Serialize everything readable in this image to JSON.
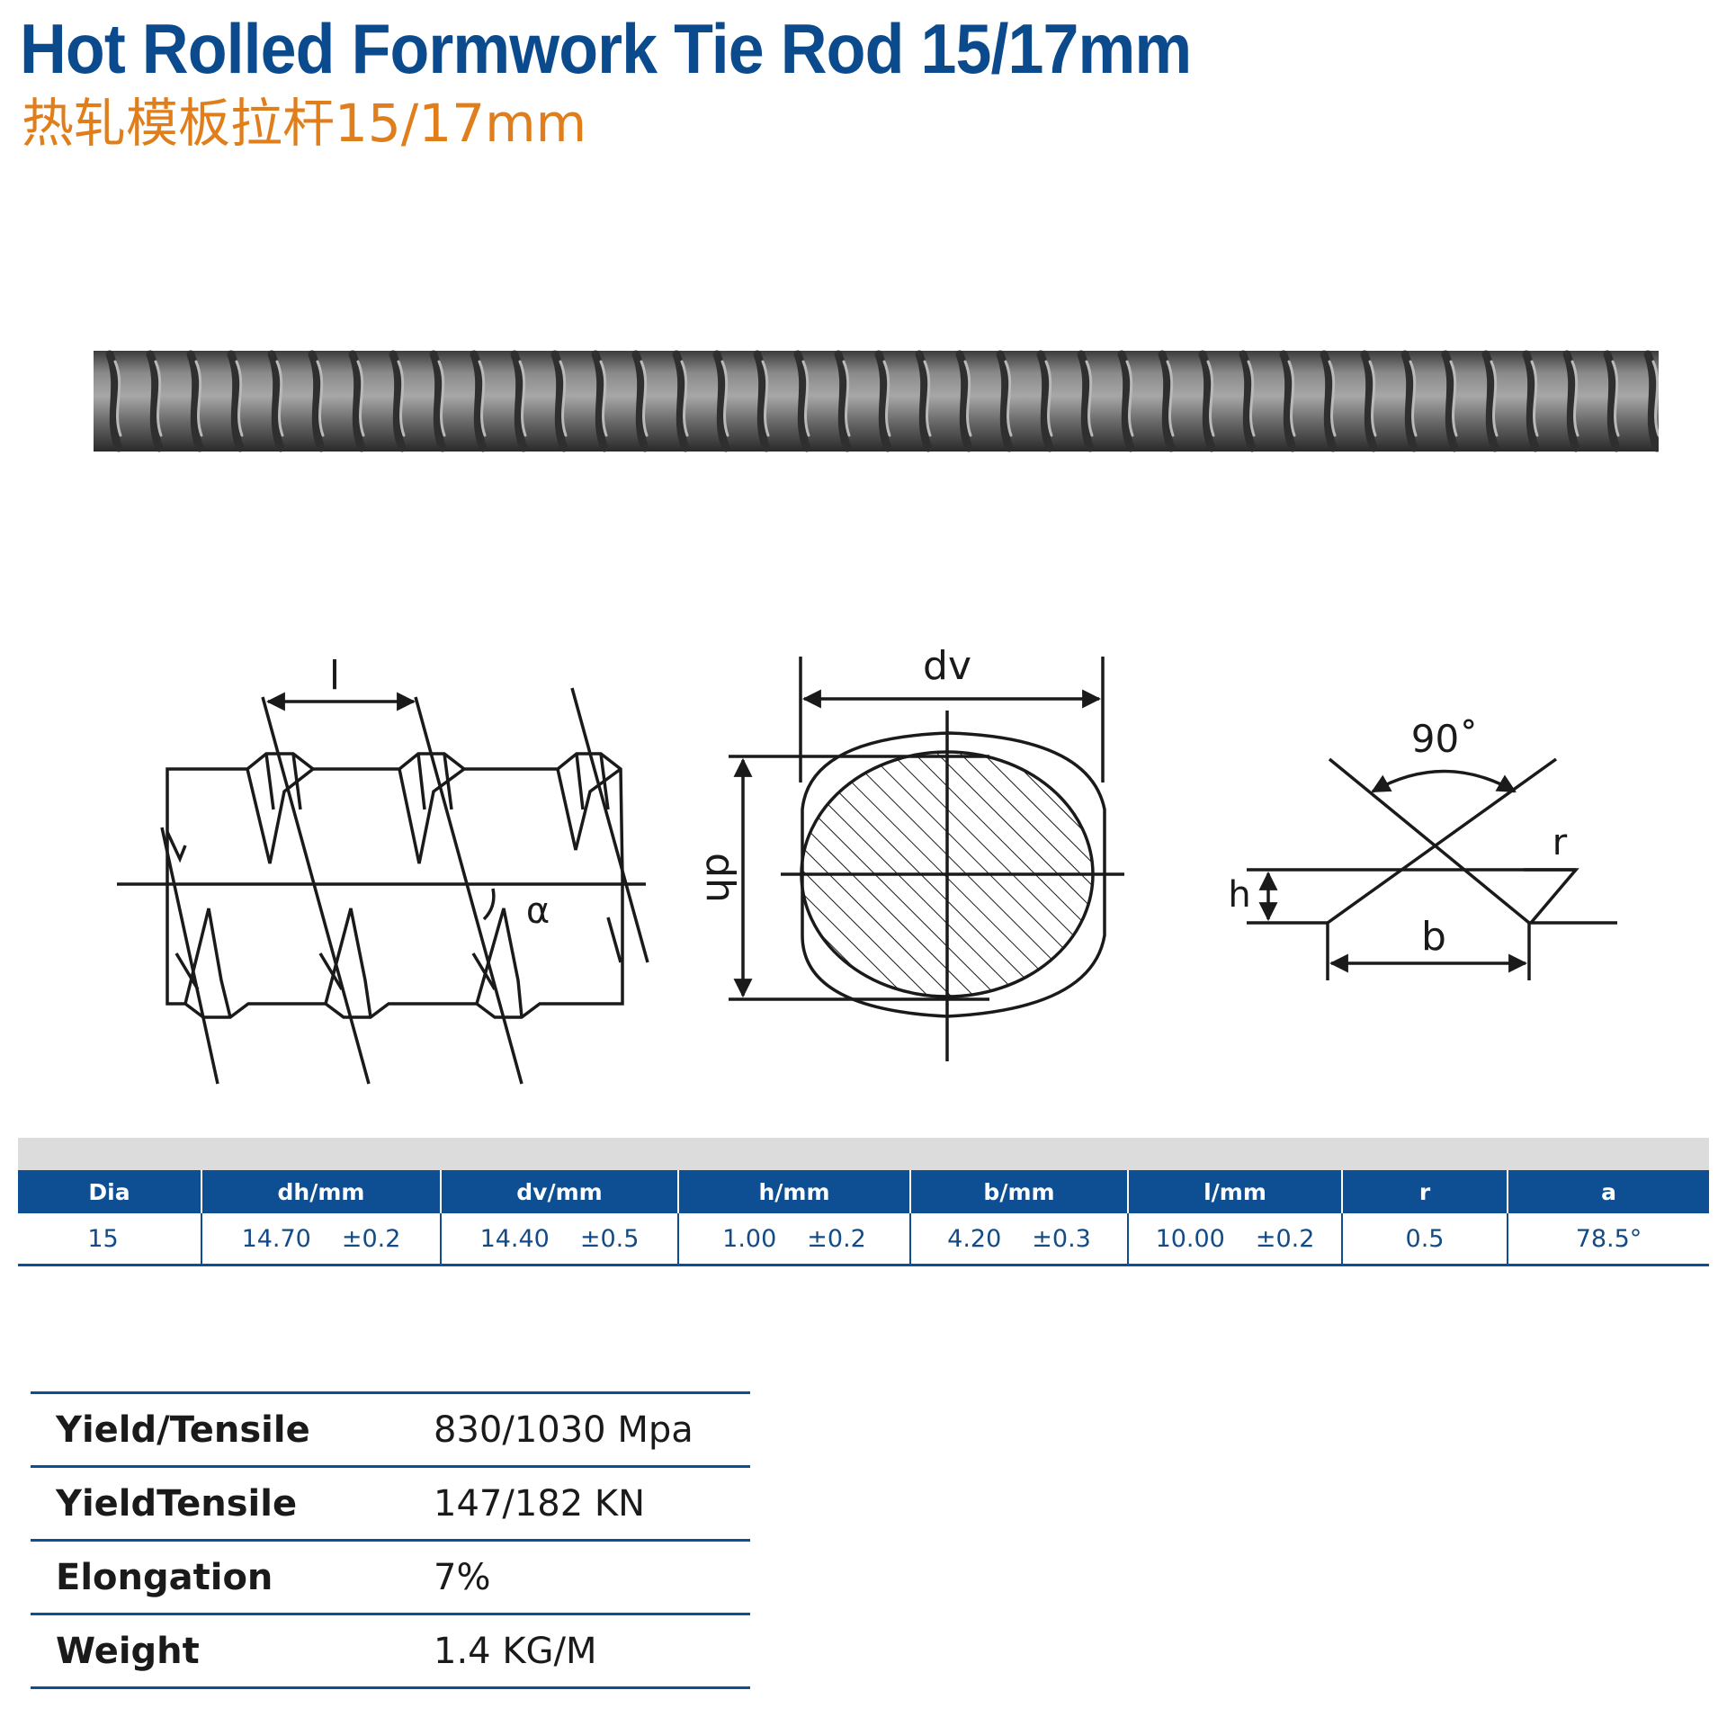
{
  "header": {
    "title_en": "Hot Rolled Formwork Tie Rod 15/17mm",
    "title_cn": "热轧模板拉杆15/17mm"
  },
  "colors": {
    "title_blue": "#0b4a8c",
    "title_orange": "#e07e1c",
    "table_blue": "#0e4f93"
  },
  "diagrams": {
    "rib_labels": {
      "pitch": "l",
      "angle": "α"
    },
    "section_labels": {
      "dv": "dv",
      "dh": "dh"
    },
    "profile_labels": {
      "angle": "90˚",
      "radius": "r",
      "height": "h",
      "base": "b"
    }
  },
  "spec_table": {
    "columns": [
      "Dia",
      "dh/mm",
      "dv/mm",
      "h/mm",
      "b/mm",
      "l/mm",
      "r",
      "a"
    ],
    "row": {
      "dia": "15",
      "dh": {
        "value": "14.70",
        "tol": "±0.2"
      },
      "dv": {
        "value": "14.40",
        "tol": "±0.5"
      },
      "h": {
        "value": "1.00",
        "tol": "±0.2"
      },
      "b": {
        "value": "4.20",
        "tol": "±0.3"
      },
      "l": {
        "value": "10.00",
        "tol": "±0.2"
      },
      "r": "0.5",
      "a": "78.5°"
    }
  },
  "properties": [
    {
      "label": "Yield/Tensile",
      "value": "830/1030 Mpa"
    },
    {
      "label": "YieldTensile",
      "value": "147/182 KN"
    },
    {
      "label": "Elongation",
      "value": "7%"
    },
    {
      "label": "Weight",
      "value": "1.4 KG/M"
    }
  ]
}
